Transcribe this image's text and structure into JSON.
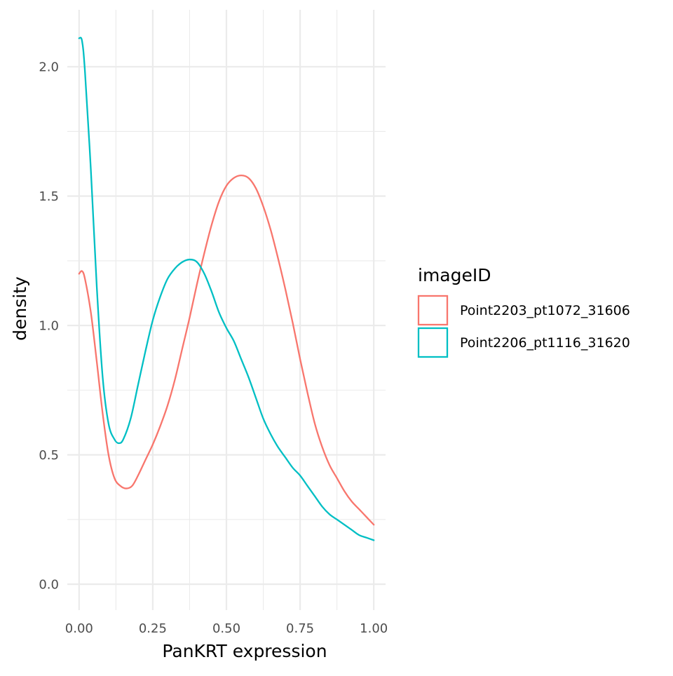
{
  "chart_data": {
    "type": "line",
    "xlabel": "PanKRT expression",
    "ylabel": "density",
    "xlim": [
      -0.04,
      1.04
    ],
    "ylim": [
      -0.1,
      2.22
    ],
    "x_ticks": [
      0.0,
      0.25,
      0.5,
      0.75,
      1.0
    ],
    "x_tick_labels": [
      "0.00",
      "0.25",
      "0.50",
      "0.75",
      "1.00"
    ],
    "y_ticks": [
      0.0,
      0.5,
      1.0,
      1.5,
      2.0
    ],
    "y_tick_labels": [
      "0.0",
      "0.5",
      "1.0",
      "1.5",
      "2.0"
    ],
    "grid": true,
    "legend": {
      "title": "imageID",
      "position": "right"
    },
    "series": [
      {
        "name": "Point2203_pt1072_31606",
        "color": "#F8766D",
        "points": [
          [
            0.0,
            1.2
          ],
          [
            0.01,
            1.21
          ],
          [
            0.02,
            1.18
          ],
          [
            0.04,
            1.05
          ],
          [
            0.06,
            0.86
          ],
          [
            0.08,
            0.66
          ],
          [
            0.1,
            0.5
          ],
          [
            0.12,
            0.41
          ],
          [
            0.14,
            0.38
          ],
          [
            0.16,
            0.37
          ],
          [
            0.18,
            0.38
          ],
          [
            0.2,
            0.42
          ],
          [
            0.225,
            0.48
          ],
          [
            0.25,
            0.54
          ],
          [
            0.275,
            0.61
          ],
          [
            0.3,
            0.69
          ],
          [
            0.325,
            0.79
          ],
          [
            0.35,
            0.91
          ],
          [
            0.375,
            1.03
          ],
          [
            0.4,
            1.16
          ],
          [
            0.425,
            1.28
          ],
          [
            0.45,
            1.39
          ],
          [
            0.475,
            1.48
          ],
          [
            0.5,
            1.54
          ],
          [
            0.525,
            1.57
          ],
          [
            0.55,
            1.58
          ],
          [
            0.575,
            1.57
          ],
          [
            0.6,
            1.53
          ],
          [
            0.625,
            1.46
          ],
          [
            0.65,
            1.37
          ],
          [
            0.675,
            1.26
          ],
          [
            0.7,
            1.14
          ],
          [
            0.725,
            1.01
          ],
          [
            0.75,
            0.87
          ],
          [
            0.775,
            0.74
          ],
          [
            0.8,
            0.62
          ],
          [
            0.825,
            0.53
          ],
          [
            0.85,
            0.46
          ],
          [
            0.875,
            0.41
          ],
          [
            0.9,
            0.36
          ],
          [
            0.925,
            0.32
          ],
          [
            0.95,
            0.29
          ],
          [
            0.975,
            0.26
          ],
          [
            1.0,
            0.23
          ]
        ]
      },
      {
        "name": "Point2206_pt1116_31620",
        "color": "#00BFC4",
        "points": [
          [
            0.0,
            2.11
          ],
          [
            0.01,
            2.1
          ],
          [
            0.02,
            1.98
          ],
          [
            0.04,
            1.6
          ],
          [
            0.06,
            1.15
          ],
          [
            0.08,
            0.8
          ],
          [
            0.1,
            0.62
          ],
          [
            0.12,
            0.56
          ],
          [
            0.135,
            0.545
          ],
          [
            0.15,
            0.56
          ],
          [
            0.175,
            0.64
          ],
          [
            0.2,
            0.77
          ],
          [
            0.225,
            0.9
          ],
          [
            0.25,
            1.02
          ],
          [
            0.275,
            1.11
          ],
          [
            0.3,
            1.18
          ],
          [
            0.325,
            1.22
          ],
          [
            0.35,
            1.245
          ],
          [
            0.375,
            1.255
          ],
          [
            0.4,
            1.245
          ],
          [
            0.425,
            1.2
          ],
          [
            0.45,
            1.13
          ],
          [
            0.475,
            1.05
          ],
          [
            0.5,
            0.99
          ],
          [
            0.525,
            0.94
          ],
          [
            0.55,
            0.87
          ],
          [
            0.575,
            0.8
          ],
          [
            0.6,
            0.72
          ],
          [
            0.625,
            0.64
          ],
          [
            0.65,
            0.58
          ],
          [
            0.675,
            0.53
          ],
          [
            0.7,
            0.49
          ],
          [
            0.725,
            0.45
          ],
          [
            0.75,
            0.42
          ],
          [
            0.775,
            0.38
          ],
          [
            0.8,
            0.34
          ],
          [
            0.825,
            0.3
          ],
          [
            0.85,
            0.27
          ],
          [
            0.875,
            0.25
          ],
          [
            0.9,
            0.23
          ],
          [
            0.925,
            0.21
          ],
          [
            0.95,
            0.19
          ],
          [
            0.975,
            0.18
          ],
          [
            1.0,
            0.17
          ]
        ]
      }
    ]
  }
}
